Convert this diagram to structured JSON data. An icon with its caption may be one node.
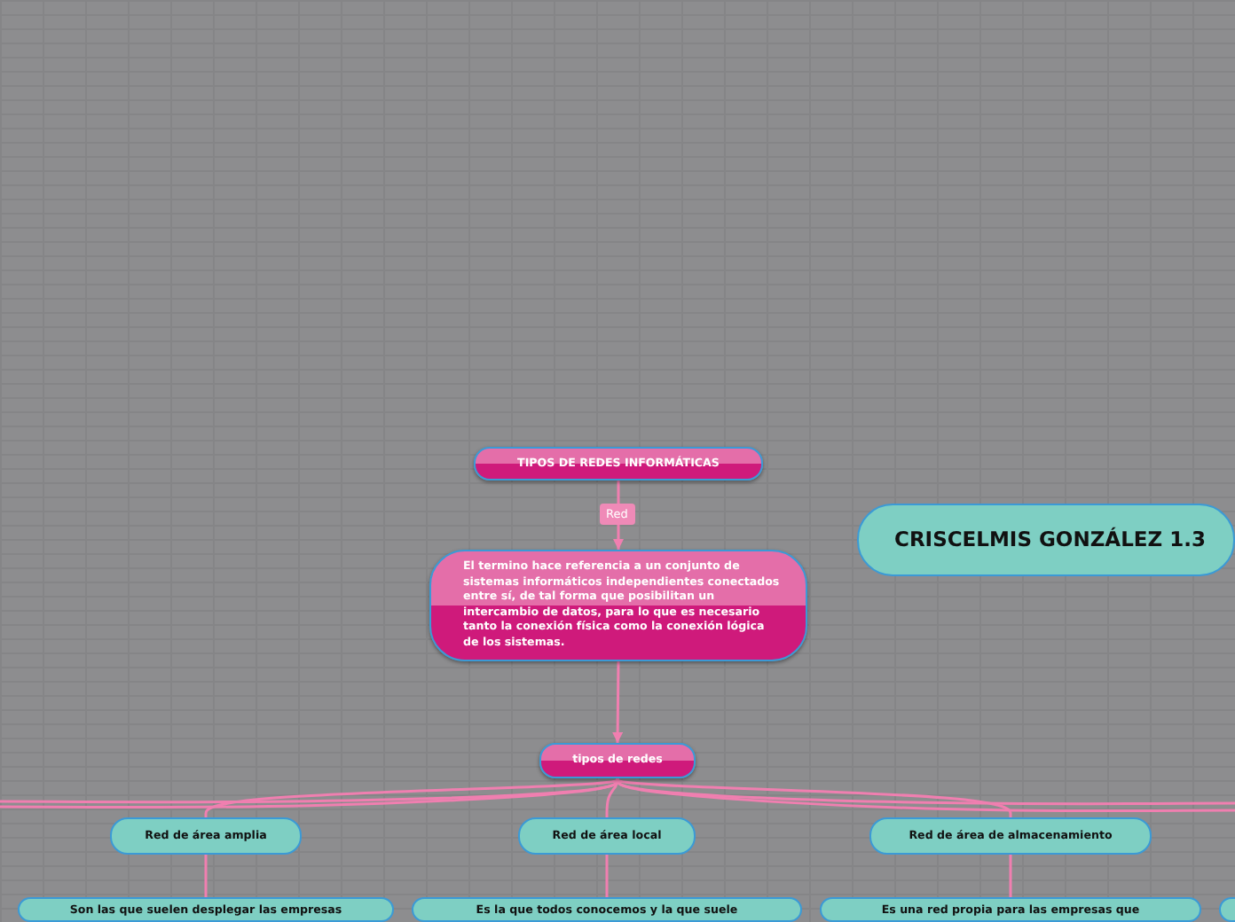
{
  "diagram": {
    "nodes": [
      {
        "text": [
          "TIPOS DE REDES INFORMÁTICAS"
        ]
      },
      {
        "text": [
          "El termino hace referencia a un conjunto de sistemas informáticos independientes conectados entre sí, de tal forma que posibilitan un intercambio de datos, para lo que es necesario tanto la conexión física como la conexión lógica de los sistemas."
        ]
      },
      {
        "text": [
          "tipos de redes"
        ]
      },
      {
        "text": [
          "Red de área amplia"
        ]
      },
      {
        "text": [
          "Red de área local"
        ]
      },
      {
        "text": [
          "Red de área de almacenamiento"
        ]
      },
      {
        "text": [
          "Son las que suelen desplegar las empresas"
        ]
      },
      {
        "text": [
          "Es la que todos conocemos y la que suele"
        ]
      },
      {
        "text": [
          "Es una red propia para las empresas que"
        ]
      },
      {
        "text": [
          "CRISCELMIS GONZÁLEZ 1.3"
        ]
      },
      {
        "text": [],
        "shape": "box"
      }
    ],
    "edges": [
      {
        "from": 0,
        "to": 1,
        "arrow": "to",
        "label": "Red"
      },
      {
        "from": 1,
        "to": 2,
        "arrow": "to"
      },
      {
        "from": 2,
        "to": 3,
        "arrow": "none"
      },
      {
        "from": 2,
        "to": 4,
        "arrow": "none"
      },
      {
        "from": 2,
        "to": 5,
        "arrow": "none"
      },
      {
        "from": 3,
        "to": 6,
        "arrow": "none"
      },
      {
        "from": 4,
        "to": 7,
        "arrow": "none"
      },
      {
        "from": 5,
        "to": 8,
        "arrow": "none"
      },
      {
        "from": 2,
        "to": null,
        "arrow": "none"
      },
      {
        "from": 2,
        "to": null,
        "arrow": "none"
      },
      {
        "from": 2,
        "to": null,
        "arrow": "none"
      },
      {
        "from": 2,
        "to": null,
        "arrow": "none"
      }
    ]
  }
}
